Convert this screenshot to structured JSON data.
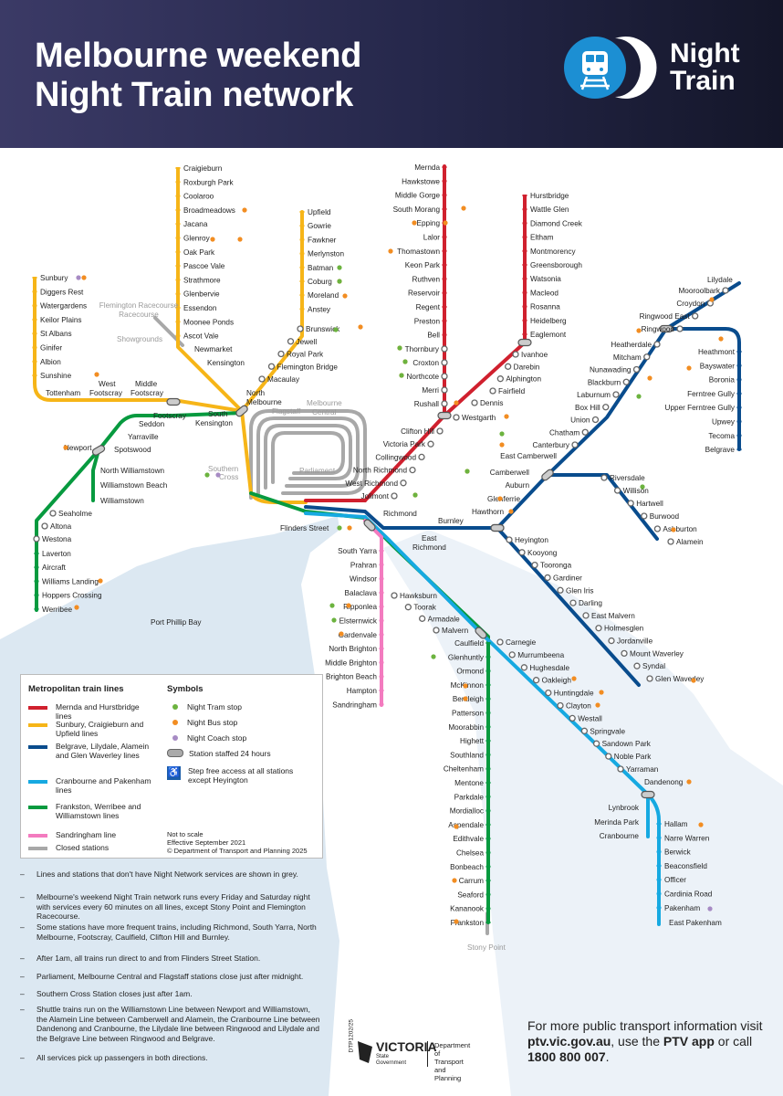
{
  "header": {
    "title_line1": "Melbourne weekend",
    "title_line2": "Night Train network",
    "brand_line1": "Night",
    "brand_line2": "Train",
    "bg_color": "#25274a",
    "logo_color": "#1c8fd3"
  },
  "colors": {
    "red": "#d0202e",
    "yellow": "#f6b518",
    "navy": "#094c8d",
    "cyan": "#16a9e1",
    "green": "#079a3f",
    "pink": "#f37bbf",
    "grey": "#a8a8a8",
    "tram": "#6cb33f",
    "bus": "#f28d22",
    "coach": "#a78bc4",
    "water": "#dce8f2"
  },
  "map": {
    "water_label": "Port Phillip Bay",
    "closed": {
      "flemington_racecourse": "Flemington Racecourse",
      "showgrounds": "Showgrounds",
      "flagstaff": "Flagstaff",
      "melbourne_central": "Melbourne Central",
      "parliament": "Parliament",
      "southern_cross": "Southern Cross",
      "stony_point": "Stony Point"
    },
    "stations": {
      "mernda": [
        "Mernda",
        "Hawkstowe",
        "Middle Gorge",
        "South Morang",
        "Epping",
        "Lalor",
        "Thomastown",
        "Keon Park",
        "Ruthven",
        "Reservoir",
        "Regent",
        "Preston",
        "Bell",
        "Thornbury",
        "Croxton",
        "Northcote",
        "Merri",
        "Rushall",
        "Dennis",
        "Westgarth",
        "Clifton Hill",
        "Victoria Park",
        "Collingwood",
        "North Richmond",
        "West Richmond",
        "Jolimont"
      ],
      "hurstbridge": [
        "Hurstbridge",
        "Wattle Glen",
        "Diamond Creek",
        "Eltham",
        "Montmorency",
        "Greensborough",
        "Watsonia",
        "Macleod",
        "Rosanna",
        "Heidelberg",
        "Eaglemont",
        "Ivanhoe",
        "Darebin",
        "Alphington",
        "Fairfield"
      ],
      "craigieburn": [
        "Craigieburn",
        "Roxburgh Park",
        "Coolaroo",
        "Broadmeadows",
        "Jacana",
        "Glenroy",
        "Oak Park",
        "Pascoe Vale",
        "Strathmore",
        "Glenbervie",
        "Essendon",
        "Moonee Ponds",
        "Ascot Vale",
        "Newmarket",
        "Kensington",
        "North Melbourne"
      ],
      "upfield": [
        "Upfield",
        "Gowrie",
        "Fawkner",
        "Merlynston",
        "Batman",
        "Coburg",
        "Moreland",
        "Anstey",
        "Brunswick",
        "Jewell",
        "Royal Park",
        "Flemington Bridge",
        "Macaulay"
      ],
      "sunbury": [
        "Sunbury",
        "Diggers Rest",
        "Watergardens",
        "Keilor Plains",
        "St Albans",
        "Ginifer",
        "Albion",
        "Sunshine",
        "Tottenham",
        "West Footscray",
        "Middle Footscray",
        "Footscray",
        "South Kensington"
      ],
      "werribee": [
        "Seddon",
        "Yarraville",
        "Newport",
        "Spotswood",
        "North Williamstown",
        "Williamstown Beach",
        "Williamstown",
        "Seaholme",
        "Altona",
        "Westona",
        "Laverton",
        "Aircraft",
        "Williams Landing",
        "Hoppers Crossing",
        "Werribee"
      ],
      "city": [
        "Flinders Street",
        "Richmond",
        "East Richmond",
        "Burnley"
      ],
      "sandringham": [
        "South Yarra",
        "Prahran",
        "Windsor",
        "Balaclava",
        "Ripponlea",
        "Elsternwick",
        "Gardenvale",
        "North Brighton",
        "Middle Brighton",
        "Brighton Beach",
        "Hampton",
        "Sandringham"
      ],
      "frankston": [
        "Hawksburn",
        "Toorak",
        "Armadale",
        "Malvern",
        "Caulfield",
        "Glenhuntly",
        "Ormond",
        "McKinnon",
        "Bentleigh",
        "Patterson",
        "Moorabbin",
        "Highett",
        "Southland",
        "Cheltenham",
        "Mentone",
        "Parkdale",
        "Mordialloc",
        "Aspendale",
        "Edithvale",
        "Chelsea",
        "Bonbeach",
        "Carrum",
        "Seaford",
        "Kananook",
        "Frankston"
      ],
      "cranbourne": [
        "Carnegie",
        "Murrumbeena",
        "Hughesdale",
        "Oakleigh",
        "Huntingdale",
        "Clayton",
        "Westall",
        "Springvale",
        "Sandown Park",
        "Noble Park",
        "Yarraman",
        "Dandenong",
        "Lynbrook",
        "Merinda Park",
        "Cranbourne",
        "Hallam",
        "Narre Warren",
        "Berwick",
        "Beaconsfield",
        "Officer",
        "Cardinia Road",
        "Pakenham",
        "East Pakenham"
      ],
      "belgrave_lilydale": [
        "Lilydale",
        "Mooroolbark",
        "Croydon",
        "Ringwood East",
        "Ringwood",
        "Heatherdale",
        "Mitcham",
        "Nunawading",
        "Blackburn",
        "Laburnum",
        "Box Hill",
        "Union",
        "Chatham",
        "Canterbury",
        "East Camberwell",
        "Camberwell",
        "Auburn",
        "Glenferrie",
        "Hawthorn",
        "Heathmont",
        "Bayswater",
        "Boronia",
        "Ferntree Gully",
        "Upper Ferntree Gully",
        "Upwey",
        "Tecoma",
        "Belgrave"
      ],
      "alamein": [
        "Riversdale",
        "Willison",
        "Hartwell",
        "Burwood",
        "Ashburton",
        "Alamein"
      ],
      "glen_waverley": [
        "Heyington",
        "Kooyong",
        "Tooronga",
        "Gardiner",
        "Glen Iris",
        "Darling",
        "East Malvern",
        "Holmesglen",
        "Jordanville",
        "Mount Waverley",
        "Syndal",
        "Glen Waverley"
      ]
    }
  },
  "legend": {
    "lines_heading": "Metropolitan train lines",
    "lines": [
      "Mernda and Hurstbridge lines",
      "Sunbury, Craigieburn and Upfield lines",
      "Belgrave, Lilydale, Alamein and Glen Waverley lines",
      "Cranbourne and Pakenham lines",
      "Frankston, Werribee and Williamstown lines",
      "Sandringham line",
      "Closed stations"
    ],
    "symbols_heading": "Symbols",
    "symbols": [
      "Night Tram stop",
      "Night Bus stop",
      "Night Coach stop",
      "Station staffed 24 hours",
      "Step free access at all stations except Heyington"
    ],
    "footer": [
      "Not to scale",
      "Effective September 2021",
      "© Department of Transport and Planning 2025"
    ]
  },
  "notes": [
    "Lines and stations that don't have Night Network services are shown in grey.",
    "Melbourne's weekend Night Train network runs every Friday and Saturday night with services every 60 minutes on all lines, except Stony Point and Flemington Racecourse.",
    "Some stations have more frequent trains, including Richmond, South Yarra, North Melbourne, Footscray, Caulfield, Clifton Hill and Burnley.",
    "After 1am, all trains run direct to and from Flinders Street Station.",
    "Parliament, Melbourne Central and Flagstaff stations close just after midnight.",
    "Southern Cross Station closes just after 1am.",
    "Shuttle trains run on the Williamstown Line between Newport and Williamstown, the Alamein Line between Camberwell and Alamein, the Cranbourne Line between Dandenong and Cranbourne, the Lilydale line between Ringwood and Lilydale and the Belgrave Line between Ringwood and Belgrave.",
    "All services pick up passengers in both directions."
  ],
  "footer": {
    "code": "DTP1202/25",
    "victoria": "VICTORIA",
    "state_gov": "State Government",
    "dept": [
      "Department",
      "of Transport",
      "and Planning"
    ],
    "info_prefix": "For more public transport information visit ",
    "info_url": "ptv.vic.gov.au",
    "info_mid": ", use the ",
    "info_app": "PTV app",
    "info_or": " or call ",
    "info_phone": "1800 800 007",
    "info_end": "."
  }
}
